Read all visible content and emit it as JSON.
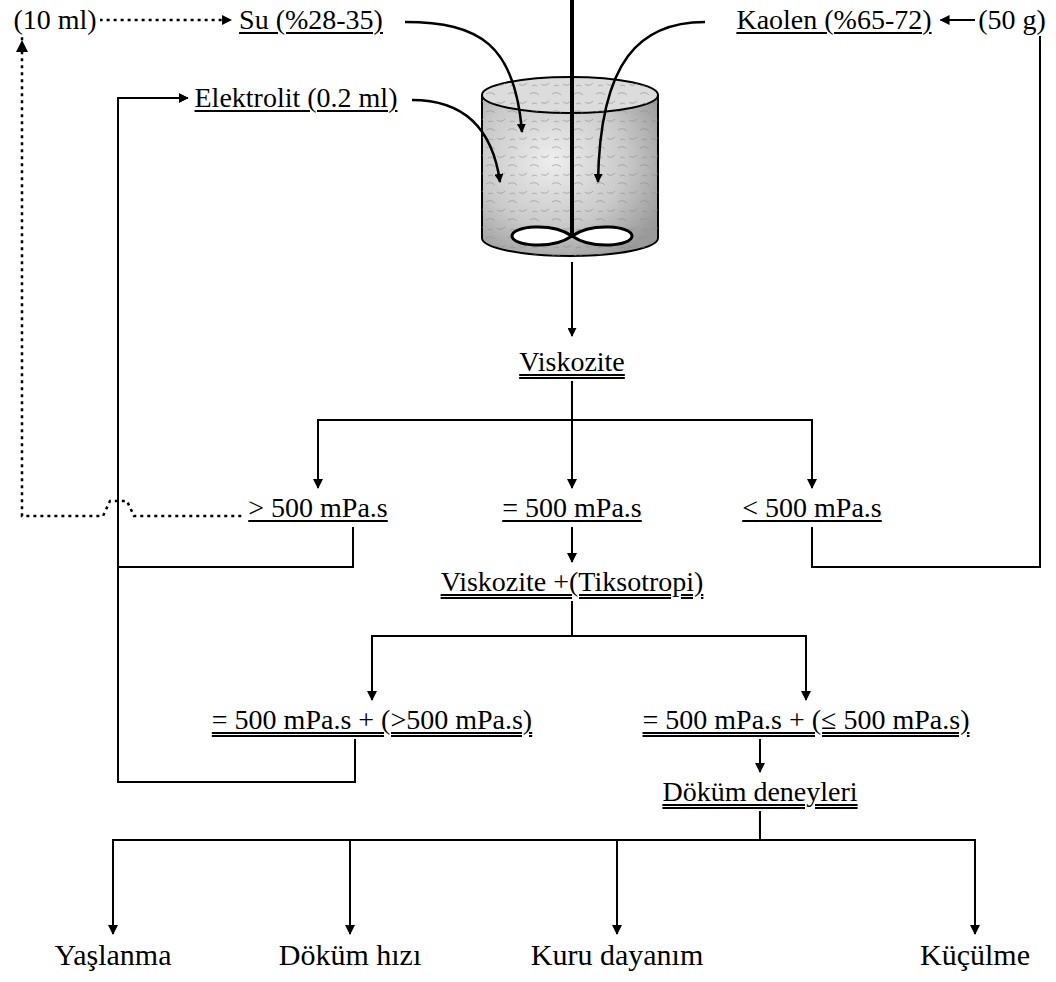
{
  "diagram": {
    "nodes": [
      {
        "text": [
          "Su (%28-35)"
        ]
      },
      {
        "text": [
          "Kaolen (%65-72)"
        ]
      },
      {
        "text": [
          "Elektrolit (0.2 ml)"
        ]
      },
      {
        "text": [
          "Viskozite"
        ]
      },
      {
        "text": [
          "> 500 mPa.s"
        ]
      },
      {
        "text": [
          "= 500 mPa.s"
        ]
      },
      {
        "text": [
          "< 500 mPa.s"
        ]
      },
      {
        "text": [
          "Viskozite +(Tiksotropi)"
        ]
      },
      {
        "text": [
          "= 500 mPa.s + (>500 mPa.s)"
        ]
      },
      {
        "text": [
          "= 500 mPa.s + (≤ 500 mPa.s)"
        ]
      },
      {
        "text": [
          "Döküm deneyleri"
        ]
      },
      {
        "text": [
          "Yaşlanma"
        ]
      },
      {
        "text": [
          "Döküm hızı"
        ]
      },
      {
        "text": [
          "Kuru dayanım"
        ]
      },
      {
        "text": [
          "Küçülme"
        ]
      }
    ],
    "edges": [
      {
        "from": 3,
        "to": 4,
        "arrow": "to"
      },
      {
        "from": 3,
        "to": 5,
        "arrow": "to"
      },
      {
        "from": 3,
        "to": 6,
        "arrow": "to"
      },
      {
        "from": 5,
        "to": 7,
        "arrow": "to"
      },
      {
        "from": 7,
        "to": 8,
        "arrow": "to"
      },
      {
        "from": 7,
        "to": 9,
        "arrow": "to"
      },
      {
        "from": 9,
        "to": 10,
        "arrow": "to"
      },
      {
        "from": 10,
        "to": 11,
        "arrow": "to"
      },
      {
        "from": 10,
        "to": 12,
        "arrow": "to"
      },
      {
        "from": 10,
        "to": 13,
        "arrow": "to"
      },
      {
        "from": 10,
        "to": 14,
        "arrow": "to"
      },
      {
        "from": 4,
        "to": 2,
        "arrow": "to"
      },
      {
        "from": 8,
        "to": 2,
        "arrow": "to"
      },
      {
        "from": 4,
        "to": 0,
        "label": "(10 ml)",
        "arrow": "to"
      },
      {
        "from": 6,
        "to": 1,
        "label": "(50 g)",
        "arrow": "to"
      }
    ]
  }
}
